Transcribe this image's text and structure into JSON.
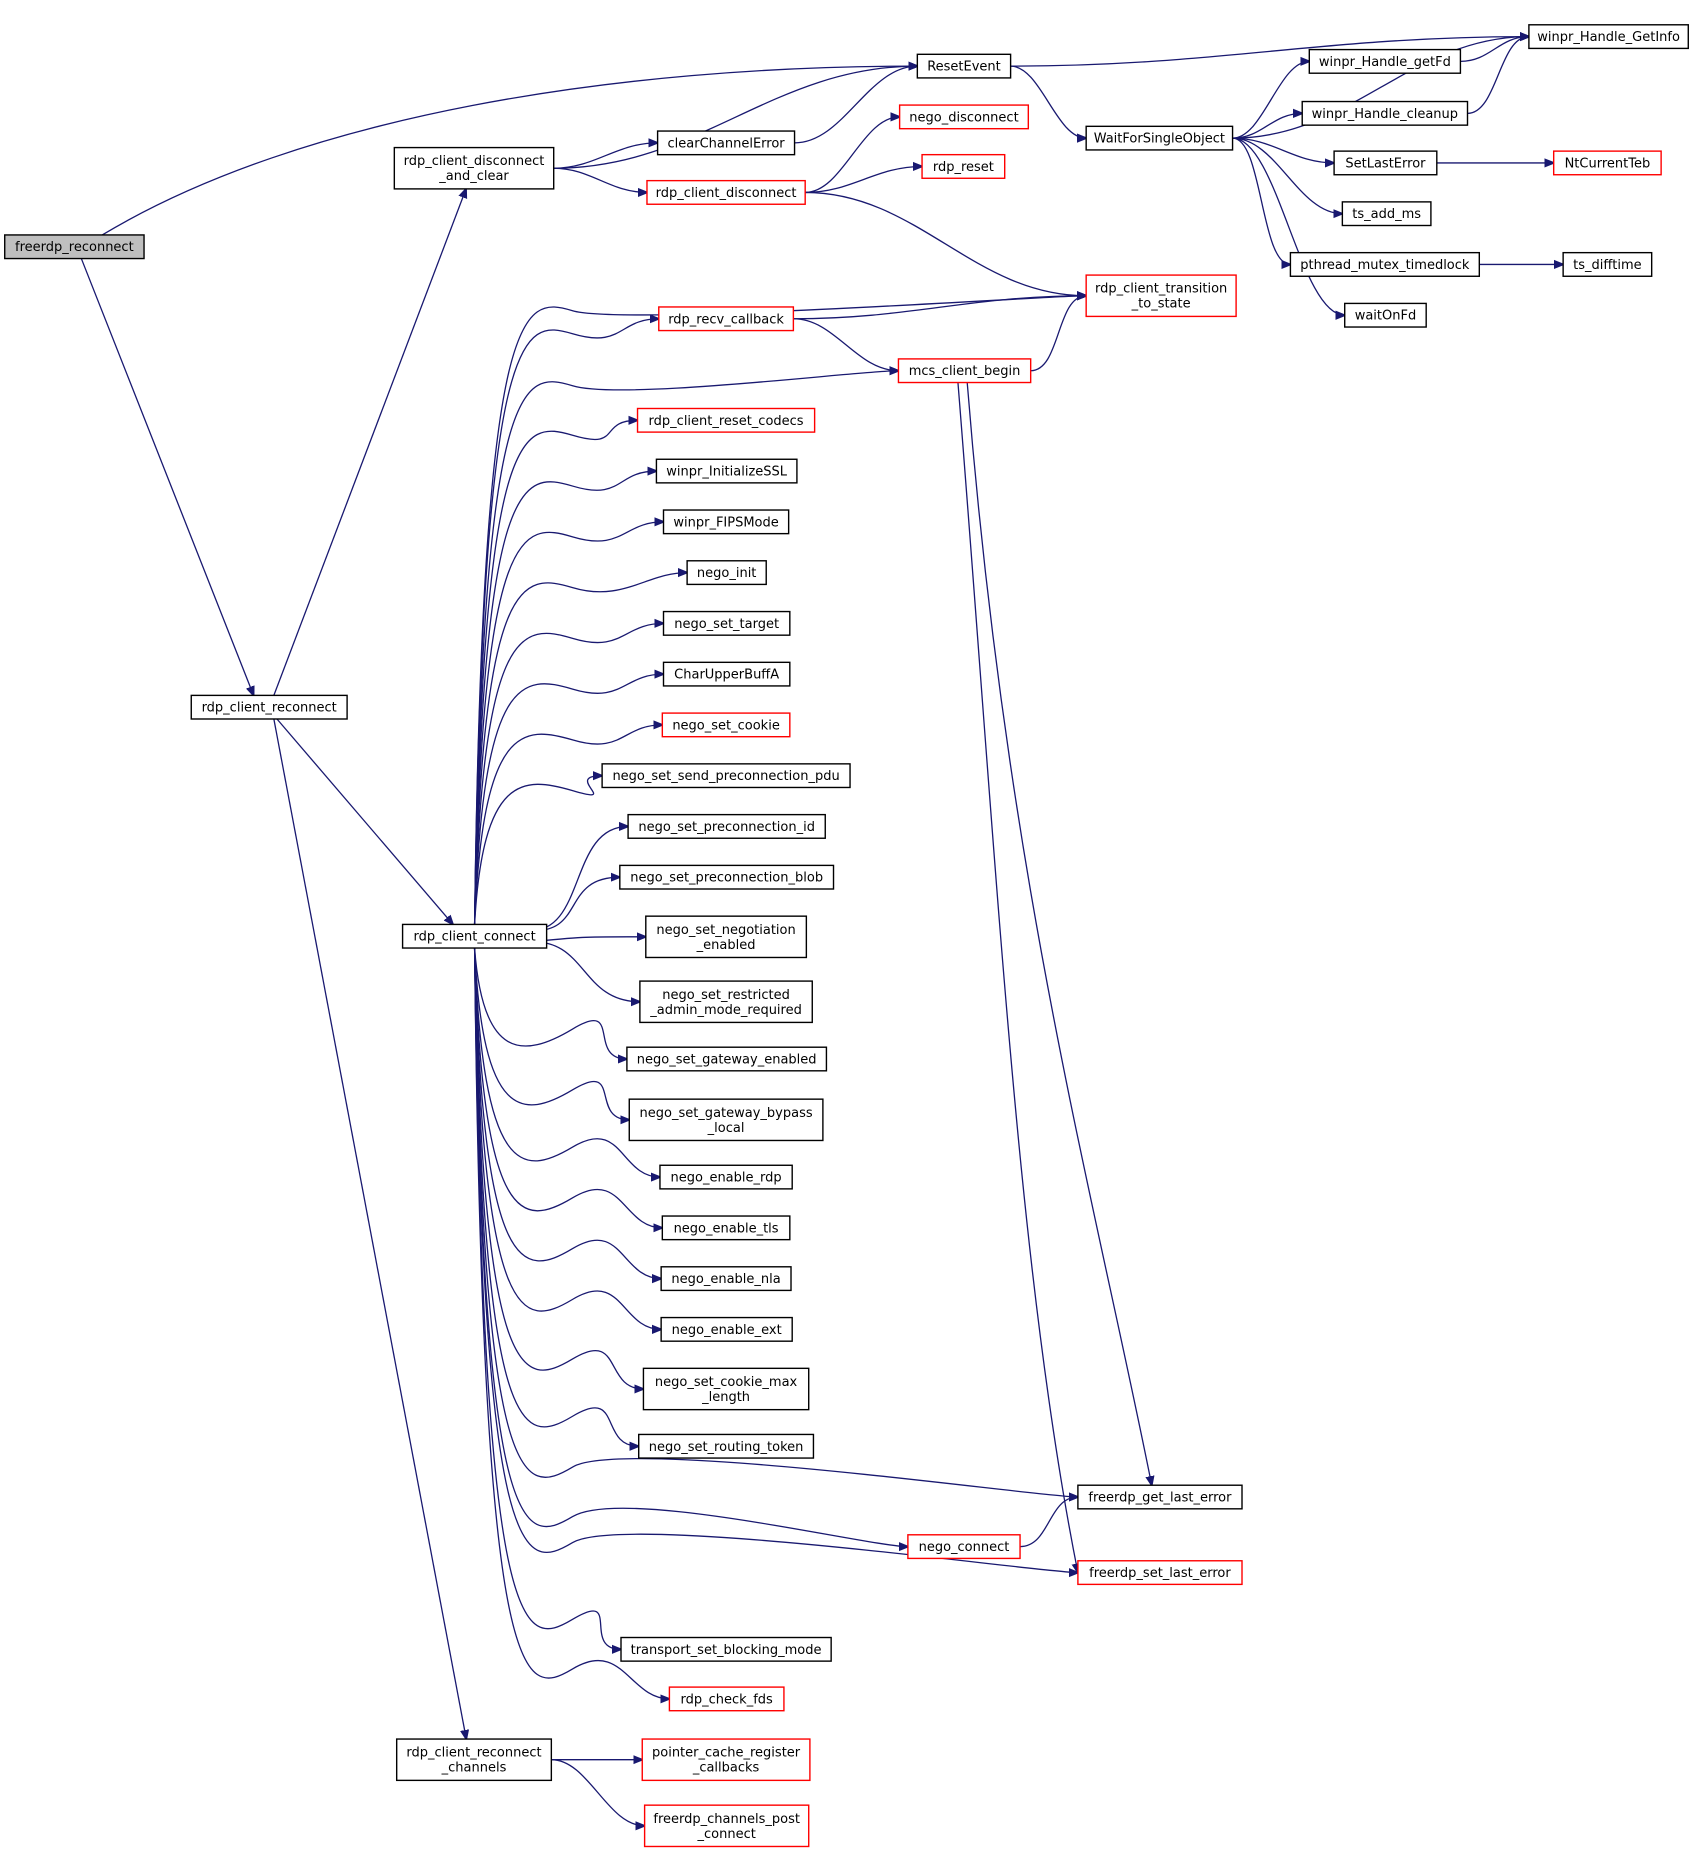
{
  "colors": {
    "edge": "#191970",
    "border_normal": "#000000",
    "border_external": "#ff0000",
    "root_fill": "#bfbfbf",
    "node_fill": "#ffffff"
  },
  "nodes": {
    "freerdp_reconnect": {
      "lines": [
        "freerdp_reconnect"
      ],
      "kind": "root"
    },
    "rdp_client_disconnect_and_clear": {
      "lines": [
        "rdp_client_disconnect",
        "_and_clear"
      ],
      "kind": "normal"
    },
    "rdp_client_reconnect": {
      "lines": [
        "rdp_client_reconnect"
      ],
      "kind": "normal"
    },
    "rdp_client_connect": {
      "lines": [
        "rdp_client_connect"
      ],
      "kind": "normal"
    },
    "rdp_client_reconnect_channels": {
      "lines": [
        "rdp_client_reconnect",
        "_channels"
      ],
      "kind": "normal"
    },
    "ResetEvent": {
      "lines": [
        "ResetEvent"
      ],
      "kind": "normal"
    },
    "clearChannelError": {
      "lines": [
        "clearChannelError"
      ],
      "kind": "normal"
    },
    "nego_disconnect": {
      "lines": [
        "nego_disconnect"
      ],
      "kind": "external"
    },
    "rdp_client_disconnect": {
      "lines": [
        "rdp_client_disconnect"
      ],
      "kind": "external"
    },
    "rdp_reset": {
      "lines": [
        "rdp_reset"
      ],
      "kind": "external"
    },
    "rdp_recv_callback": {
      "lines": [
        "rdp_recv_callback"
      ],
      "kind": "external"
    },
    "mcs_client_begin": {
      "lines": [
        "mcs_client_begin"
      ],
      "kind": "external"
    },
    "rdp_client_reset_codecs": {
      "lines": [
        "rdp_client_reset_codecs"
      ],
      "kind": "external"
    },
    "winpr_InitializeSSL": {
      "lines": [
        "winpr_InitializeSSL"
      ],
      "kind": "normal"
    },
    "winpr_FIPSMode": {
      "lines": [
        "winpr_FIPSMode"
      ],
      "kind": "normal"
    },
    "nego_init": {
      "lines": [
        "nego_init"
      ],
      "kind": "normal"
    },
    "nego_set_target": {
      "lines": [
        "nego_set_target"
      ],
      "kind": "normal"
    },
    "CharUpperBuffA": {
      "lines": [
        "CharUpperBuffA"
      ],
      "kind": "normal"
    },
    "nego_set_cookie": {
      "lines": [
        "nego_set_cookie"
      ],
      "kind": "external"
    },
    "nego_set_send_preconnection_pdu": {
      "lines": [
        "nego_set_send_preconnection_pdu"
      ],
      "kind": "normal"
    },
    "nego_set_preconnection_id": {
      "lines": [
        "nego_set_preconnection_id"
      ],
      "kind": "normal"
    },
    "nego_set_preconnection_blob": {
      "lines": [
        "nego_set_preconnection_blob"
      ],
      "kind": "normal"
    },
    "nego_set_negotiation_enabled": {
      "lines": [
        "nego_set_negotiation",
        "_enabled"
      ],
      "kind": "normal"
    },
    "nego_set_restricted_admin_mode_required": {
      "lines": [
        "nego_set_restricted",
        "_admin_mode_required"
      ],
      "kind": "normal"
    },
    "nego_set_gateway_enabled": {
      "lines": [
        "nego_set_gateway_enabled"
      ],
      "kind": "normal"
    },
    "nego_set_gateway_bypass_local": {
      "lines": [
        "nego_set_gateway_bypass",
        "_local"
      ],
      "kind": "normal"
    },
    "nego_enable_rdp": {
      "lines": [
        "nego_enable_rdp"
      ],
      "kind": "normal"
    },
    "nego_enable_tls": {
      "lines": [
        "nego_enable_tls"
      ],
      "kind": "normal"
    },
    "nego_enable_nla": {
      "lines": [
        "nego_enable_nla"
      ],
      "kind": "normal"
    },
    "nego_enable_ext": {
      "lines": [
        "nego_enable_ext"
      ],
      "kind": "normal"
    },
    "nego_set_cookie_max_length": {
      "lines": [
        "nego_set_cookie_max",
        "_length"
      ],
      "kind": "normal"
    },
    "nego_set_routing_token": {
      "lines": [
        "nego_set_routing_token"
      ],
      "kind": "normal"
    },
    "nego_connect": {
      "lines": [
        "nego_connect"
      ],
      "kind": "external"
    },
    "transport_set_blocking_mode": {
      "lines": [
        "transport_set_blocking_mode"
      ],
      "kind": "normal"
    },
    "rdp_check_fds": {
      "lines": [
        "rdp_check_fds"
      ],
      "kind": "external"
    },
    "pointer_cache_register_callbacks": {
      "lines": [
        "pointer_cache_register",
        "_callbacks"
      ],
      "kind": "external"
    },
    "freerdp_channels_post_connect": {
      "lines": [
        "freerdp_channels_post",
        "_connect"
      ],
      "kind": "external"
    },
    "WaitForSingleObject": {
      "lines": [
        "WaitForSingleObject"
      ],
      "kind": "normal"
    },
    "rdp_client_transition_to_state": {
      "lines": [
        "rdp_client_transition",
        "_to_state"
      ],
      "kind": "external"
    },
    "freerdp_get_last_error": {
      "lines": [
        "freerdp_get_last_error"
      ],
      "kind": "normal"
    },
    "freerdp_set_last_error": {
      "lines": [
        "freerdp_set_last_error"
      ],
      "kind": "external"
    },
    "winpr_Handle_GetInfo": {
      "lines": [
        "winpr_Handle_GetInfo"
      ],
      "kind": "normal"
    },
    "winpr_Handle_getFd": {
      "lines": [
        "winpr_Handle_getFd"
      ],
      "kind": "normal"
    },
    "winpr_Handle_cleanup": {
      "lines": [
        "winpr_Handle_cleanup"
      ],
      "kind": "normal"
    },
    "SetLastError": {
      "lines": [
        "SetLastError"
      ],
      "kind": "normal"
    },
    "ts_add_ms": {
      "lines": [
        "ts_add_ms"
      ],
      "kind": "normal"
    },
    "pthread_mutex_timedlock": {
      "lines": [
        "pthread_mutex_timedlock"
      ],
      "kind": "normal"
    },
    "waitOnFd": {
      "lines": [
        "waitOnFd"
      ],
      "kind": "normal"
    },
    "NtCurrentTeb": {
      "lines": [
        "NtCurrentTeb"
      ],
      "kind": "external"
    },
    "ts_difftime": {
      "lines": [
        "ts_difftime"
      ],
      "kind": "normal"
    }
  },
  "edges": [
    [
      "freerdp_reconnect",
      "ResetEvent"
    ],
    [
      "freerdp_reconnect",
      "rdp_client_reconnect"
    ],
    [
      "rdp_client_reconnect",
      "rdp_client_disconnect_and_clear"
    ],
    [
      "rdp_client_reconnect",
      "rdp_client_connect"
    ],
    [
      "rdp_client_reconnect",
      "rdp_client_reconnect_channels"
    ],
    [
      "rdp_client_disconnect_and_clear",
      "ResetEvent"
    ],
    [
      "rdp_client_disconnect_and_clear",
      "clearChannelError"
    ],
    [
      "rdp_client_disconnect_and_clear",
      "rdp_client_disconnect"
    ],
    [
      "clearChannelError",
      "ResetEvent"
    ],
    [
      "rdp_client_disconnect",
      "nego_disconnect"
    ],
    [
      "rdp_client_disconnect",
      "rdp_reset"
    ],
    [
      "rdp_client_disconnect",
      "rdp_client_transition_to_state"
    ],
    [
      "ResetEvent",
      "winpr_Handle_GetInfo"
    ],
    [
      "ResetEvent",
      "WaitForSingleObject"
    ],
    [
      "WaitForSingleObject",
      "winpr_Handle_GetInfo"
    ],
    [
      "WaitForSingleObject",
      "winpr_Handle_getFd"
    ],
    [
      "WaitForSingleObject",
      "winpr_Handle_cleanup"
    ],
    [
      "WaitForSingleObject",
      "SetLastError"
    ],
    [
      "WaitForSingleObject",
      "ts_add_ms"
    ],
    [
      "WaitForSingleObject",
      "pthread_mutex_timedlock"
    ],
    [
      "WaitForSingleObject",
      "waitOnFd"
    ],
    [
      "winpr_Handle_getFd",
      "winpr_Handle_GetInfo"
    ],
    [
      "winpr_Handle_cleanup",
      "winpr_Handle_GetInfo"
    ],
    [
      "SetLastError",
      "NtCurrentTeb"
    ],
    [
      "pthread_mutex_timedlock",
      "ts_difftime"
    ],
    [
      "rdp_client_connect",
      "rdp_client_transition_to_state"
    ],
    [
      "rdp_client_connect",
      "rdp_recv_callback"
    ],
    [
      "rdp_client_connect",
      "mcs_client_begin"
    ],
    [
      "rdp_client_connect",
      "rdp_client_reset_codecs"
    ],
    [
      "rdp_client_connect",
      "winpr_InitializeSSL"
    ],
    [
      "rdp_client_connect",
      "winpr_FIPSMode"
    ],
    [
      "rdp_client_connect",
      "nego_init"
    ],
    [
      "rdp_client_connect",
      "nego_set_target"
    ],
    [
      "rdp_client_connect",
      "CharUpperBuffA"
    ],
    [
      "rdp_client_connect",
      "nego_set_cookie"
    ],
    [
      "rdp_client_connect",
      "nego_set_send_preconnection_pdu"
    ],
    [
      "rdp_client_connect",
      "nego_set_preconnection_id"
    ],
    [
      "rdp_client_connect",
      "nego_set_preconnection_blob"
    ],
    [
      "rdp_client_connect",
      "nego_set_negotiation_enabled"
    ],
    [
      "rdp_client_connect",
      "nego_set_restricted_admin_mode_required"
    ],
    [
      "rdp_client_connect",
      "nego_set_gateway_enabled"
    ],
    [
      "rdp_client_connect",
      "nego_set_gateway_bypass_local"
    ],
    [
      "rdp_client_connect",
      "nego_enable_rdp"
    ],
    [
      "rdp_client_connect",
      "nego_enable_tls"
    ],
    [
      "rdp_client_connect",
      "nego_enable_nla"
    ],
    [
      "rdp_client_connect",
      "nego_enable_ext"
    ],
    [
      "rdp_client_connect",
      "nego_set_cookie_max_length"
    ],
    [
      "rdp_client_connect",
      "nego_set_routing_token"
    ],
    [
      "rdp_client_connect",
      "freerdp_get_last_error"
    ],
    [
      "rdp_client_connect",
      "nego_connect"
    ],
    [
      "rdp_client_connect",
      "freerdp_set_last_error"
    ],
    [
      "rdp_client_connect",
      "transport_set_blocking_mode"
    ],
    [
      "rdp_client_connect",
      "rdp_check_fds"
    ],
    [
      "rdp_recv_callback",
      "rdp_client_transition_to_state"
    ],
    [
      "rdp_recv_callback",
      "mcs_client_begin"
    ],
    [
      "mcs_client_begin",
      "rdp_client_transition_to_state"
    ],
    [
      "mcs_client_begin",
      "freerdp_get_last_error"
    ],
    [
      "mcs_client_begin",
      "freerdp_set_last_error"
    ],
    [
      "nego_connect",
      "freerdp_get_last_error"
    ],
    [
      "rdp_client_reconnect_channels",
      "pointer_cache_register_callbacks"
    ],
    [
      "rdp_client_reconnect_channels",
      "freerdp_channels_post_connect"
    ]
  ]
}
